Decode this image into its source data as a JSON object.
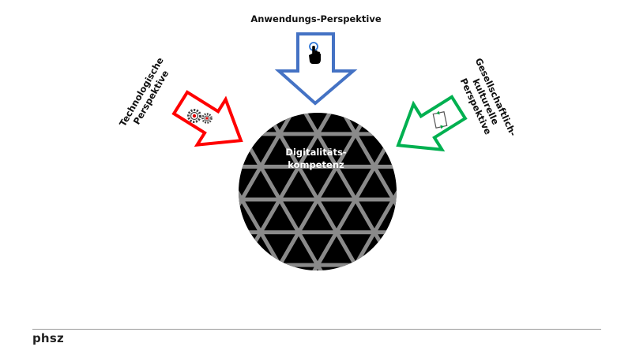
{
  "diagram": {
    "center": {
      "line1": "Digitalitäts-",
      "line2": "kompetenz",
      "fill": "#000000",
      "grid_color": "#8a8a8a"
    },
    "top": {
      "label": "Anwendungs-Perspektive",
      "color": "#4472c4",
      "icon": "pointer-hand-icon"
    },
    "left": {
      "line1": "Technologische",
      "line2": "Perspektive",
      "color": "#ff0000",
      "icon": "gears-icon"
    },
    "right": {
      "line1": "Gesellschaftlich-",
      "line2": "kulturelle",
      "line3": "Perspektive",
      "color": "#00b050",
      "icon": "cycle-icon"
    }
  },
  "footer": {
    "logo": "phsz"
  }
}
